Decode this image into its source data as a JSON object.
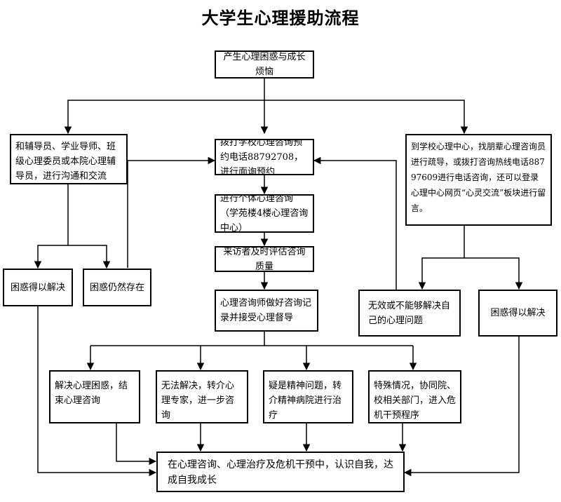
{
  "title": "大学生心理援助流程",
  "nodes": {
    "start": "产生心理困惑与成长烦恼",
    "left_counselor": "和辅导员、学业导师、班级心理委员或本院心理辅导员，进行沟通和交流",
    "call_appointment": "拨打学校心理咨询预约电话88792708，进行面询预约",
    "right_center": "到学校心理中心，找朋辈心理咨询员进行疏导，或拨打咨询热线电话88797609进行电话咨询，还可以登录心理中心网页“心灵交流”板块进行留言。",
    "individual_counseling": "进行个体心理咨询（学苑楼4楼心理咨询中心）",
    "evaluate": "来访者及时评估咨询质量",
    "left_resolved": "困惑得以解决",
    "left_unresolved": "困惑仍然存在",
    "record": "心理咨询师做好咨询记录并接受心理督导",
    "right_ineffective": "无效或不能够解决自己的心理问题",
    "right_resolved": "困惑得以解决",
    "out_resolve": "解决心理困惑，结束心理咨询",
    "out_refer_expert": "无法解决，转介心理专家，进一步咨询",
    "out_refer_hospital": "疑是精神问题，转介精神病院进行治疗",
    "out_crisis": "特殊情况，协同院、校相关部门，进入危机干预程序",
    "final": "在心理咨询、心理治疗及危机干预中，认识自我，达成自我成长"
  }
}
